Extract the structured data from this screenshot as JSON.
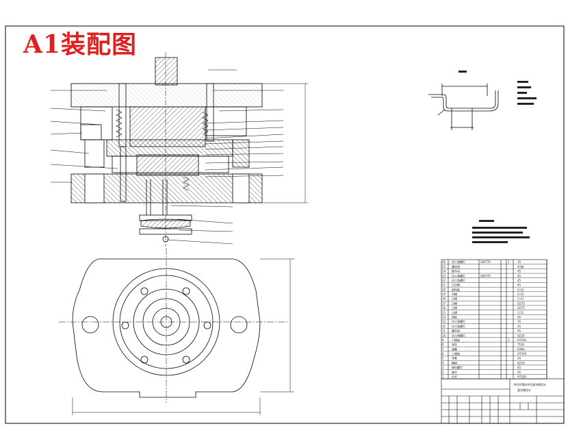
{
  "sheet": {
    "title": "A1装配图"
  },
  "title_block": {
    "project_line1": "冲压件落料冲孔复合模设计",
    "project_line2": "复合模设计"
  },
  "bom": {
    "rows": [
      {
        "no": "26",
        "name": "内六角螺钉",
        "std": "GB/T70",
        "qty": "2",
        "mat": "35"
      },
      {
        "no": "25",
        "name": "圆柱销",
        "std": "",
        "qty": "",
        "mat": "45钢"
      },
      {
        "no": "24",
        "name": "推件块",
        "std": "",
        "qty": "",
        "mat": "45"
      },
      {
        "no": "23",
        "name": "内六角螺钉",
        "std": "GB/T70",
        "qty": "",
        "mat": "45"
      },
      {
        "no": "22",
        "name": "内六角螺钉",
        "std": "",
        "qty": "",
        "mat": "45"
      },
      {
        "no": "21",
        "name": "凸凹模",
        "std": "",
        "qty": "",
        "mat": "45"
      },
      {
        "no": "20",
        "name": "卸料板",
        "std": "",
        "qty": "",
        "mat": "Cr12"
      },
      {
        "no": "19",
        "name": "凹模",
        "std": "",
        "qty": "",
        "mat": "Cr12"
      },
      {
        "no": "18",
        "name": "凸模",
        "std": "",
        "qty": "",
        "mat": "Cr12"
      },
      {
        "no": "17",
        "name": "凸模",
        "std": "",
        "qty": "",
        "mat": "Q275"
      },
      {
        "no": "16",
        "name": "凸模",
        "std": "",
        "qty": "",
        "mat": "Q275"
      },
      {
        "no": "15",
        "name": "凸模",
        "std": "",
        "qty": "",
        "mat": "Cr12"
      },
      {
        "no": "14",
        "name": "垫板",
        "std": "",
        "qty": "",
        "mat": "45"
      },
      {
        "no": "13",
        "name": "内六角螺钉",
        "std": "",
        "qty": "",
        "mat": "35"
      },
      {
        "no": "12",
        "name": "内六角螺钉",
        "std": "",
        "qty": "",
        "mat": "45"
      },
      {
        "no": "11",
        "name": "圆柱销",
        "std": "",
        "qty": "",
        "mat": "45"
      },
      {
        "no": "10",
        "name": "内六角螺钉",
        "std": "",
        "qty": "",
        "mat": "Q235"
      },
      {
        "no": "9",
        "name": "下模座",
        "std": "",
        "qty": "1",
        "mat": "HT200"
      },
      {
        "no": "8",
        "name": "导柱",
        "std": "",
        "qty": "",
        "mat": "T10A"
      },
      {
        "no": "7",
        "name": "弹簧",
        "std": "",
        "qty": "",
        "mat": "65Mn"
      },
      {
        "no": "6",
        "name": "上模座",
        "std": "",
        "qty": "",
        "mat": "HT200"
      },
      {
        "no": "5",
        "name": "导套",
        "std": "",
        "qty": "",
        "mat": "20"
      },
      {
        "no": "4",
        "name": "模柄",
        "std": "",
        "qty": "",
        "mat": "Q235"
      },
      {
        "no": "3",
        "name": "卸料螺钉",
        "std": "",
        "qty": "",
        "mat": "45"
      },
      {
        "no": "2",
        "name": "推杆",
        "std": "",
        "qty": "",
        "mat": "45"
      },
      {
        "no": "1",
        "name": "打杆",
        "std": "",
        "qty": "",
        "mat": "HT200"
      }
    ]
  },
  "dimensions": {
    "plan_width": "",
    "plan_height": "",
    "section_height": ""
  }
}
